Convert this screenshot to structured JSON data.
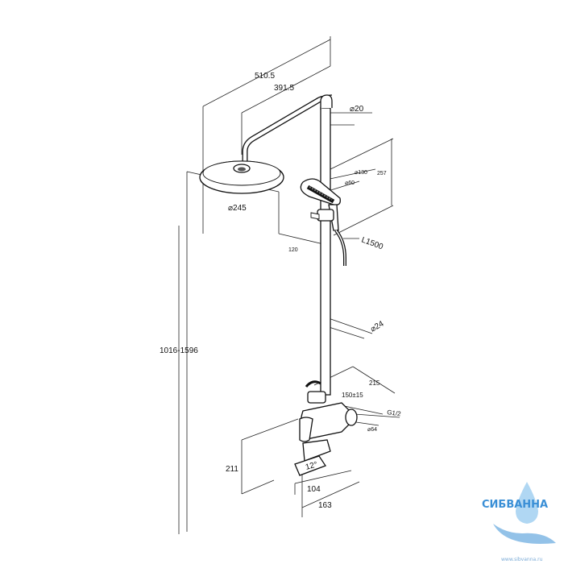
{
  "dimensions": {
    "total_width": "510.5",
    "arm_length": "391.5",
    "pipe_diameter_top": "⌀20",
    "hand_shower_diameter": "⌀130",
    "hand_shower_inner": "⌀60",
    "hand_shower_height": "257",
    "head_diameter": "⌀245",
    "head_offset": "120",
    "hose_length": "L1500",
    "pipe_diameter": "⌀24",
    "height_range": "1016-1596",
    "mixer_width": "215",
    "center_distance": "150±15",
    "thread": "G1/2",
    "flange_diameter": "⌀64",
    "spout_height": "211",
    "spout_angle": "12°",
    "spout_reach": "104",
    "mixer_depth": "163"
  },
  "watermark": {
    "brand": "СИБВАННА",
    "url": "www.sibvanna.ru",
    "color": "#3a8fd6"
  }
}
